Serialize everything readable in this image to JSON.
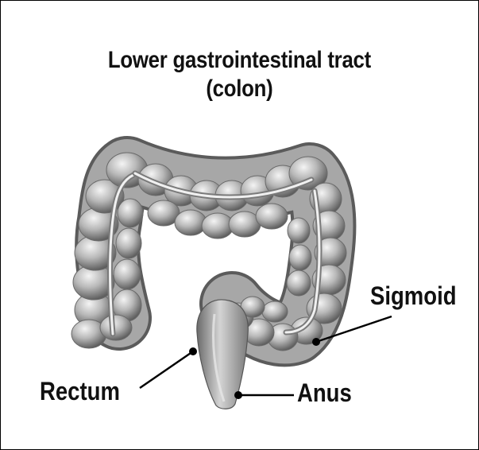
{
  "title": {
    "line1": "Lower gastrointestinal tract",
    "line2": "(colon)"
  },
  "labels": {
    "sigmoid": "Sigmoid",
    "rectum": "Rectum",
    "anus": "Anus"
  },
  "colors": {
    "tissue_light": "#dcdcdc",
    "tissue_mid": "#a9a9a9",
    "tissue_dark": "#5e5e5e",
    "band": "#f2f2f2",
    "ink": "#111111"
  }
}
